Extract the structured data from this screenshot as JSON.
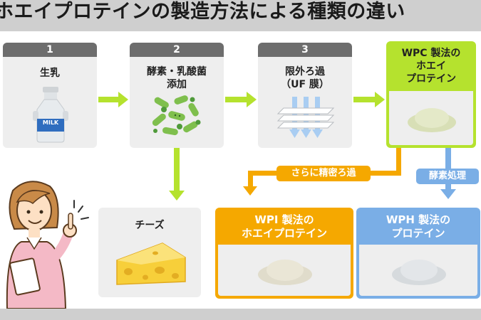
{
  "title": "ホエイプロテインの製造方法による種類の違い",
  "steps": [
    {
      "num": "1",
      "label": "生乳",
      "milk_text": "MILK"
    },
    {
      "num": "2",
      "label_line1": "酵素・乳酸菌",
      "label_line2": "添加"
    },
    {
      "num": "3",
      "label_line1": "限外ろ過",
      "label_line2": "（UF 膜）"
    }
  ],
  "wpc": {
    "line1": "WPC 製法の",
    "line2": "ホエイ",
    "line3": "プロテイン"
  },
  "cheese": {
    "label": "チーズ"
  },
  "wpi": {
    "line1": "WPI 製法の",
    "line2": "ホエイプロテイン"
  },
  "wph": {
    "line1": "WPH 製法の",
    "line2": "プロテイン"
  },
  "branch_labels": {
    "refine": "さらに精密ろ過",
    "enzyme": "酵素処理"
  },
  "colors": {
    "green": "#b5e22e",
    "orange": "#f5a800",
    "blue": "#7aaee6",
    "step_header": "#6d6d6d",
    "card_bg": "#eeeeee"
  }
}
